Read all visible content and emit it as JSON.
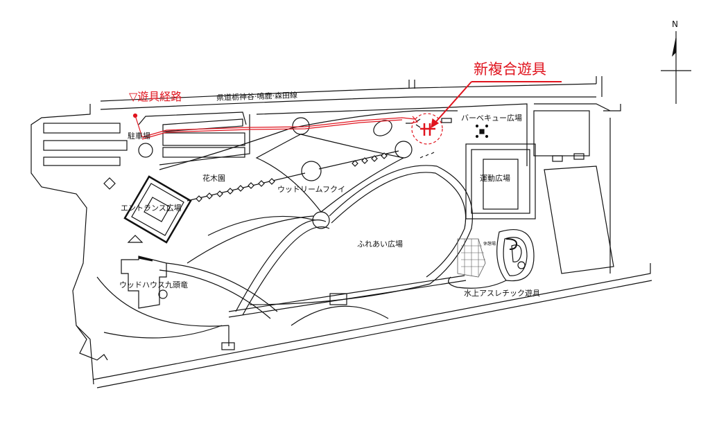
{
  "title": "新複合遊具",
  "route_legend": "▽遊具経路",
  "road": "県道栃神谷·鳴鹿·森田線",
  "north": "N",
  "labels": {
    "parking": "駐車場",
    "bbq": "バーベキュー広場",
    "flower_garden": "花木園",
    "woodream": "ウッドリームフクイ",
    "entrance": "エントランス広場",
    "sports": "運動広場",
    "fureai": "ふれあい広場",
    "rest": "休憩場",
    "woodhouse": "ウッドハウス九頭竜",
    "water_athletic": "水上アスレチック遊具"
  },
  "colors": {
    "route": "#e0141e",
    "line": "#111111"
  }
}
